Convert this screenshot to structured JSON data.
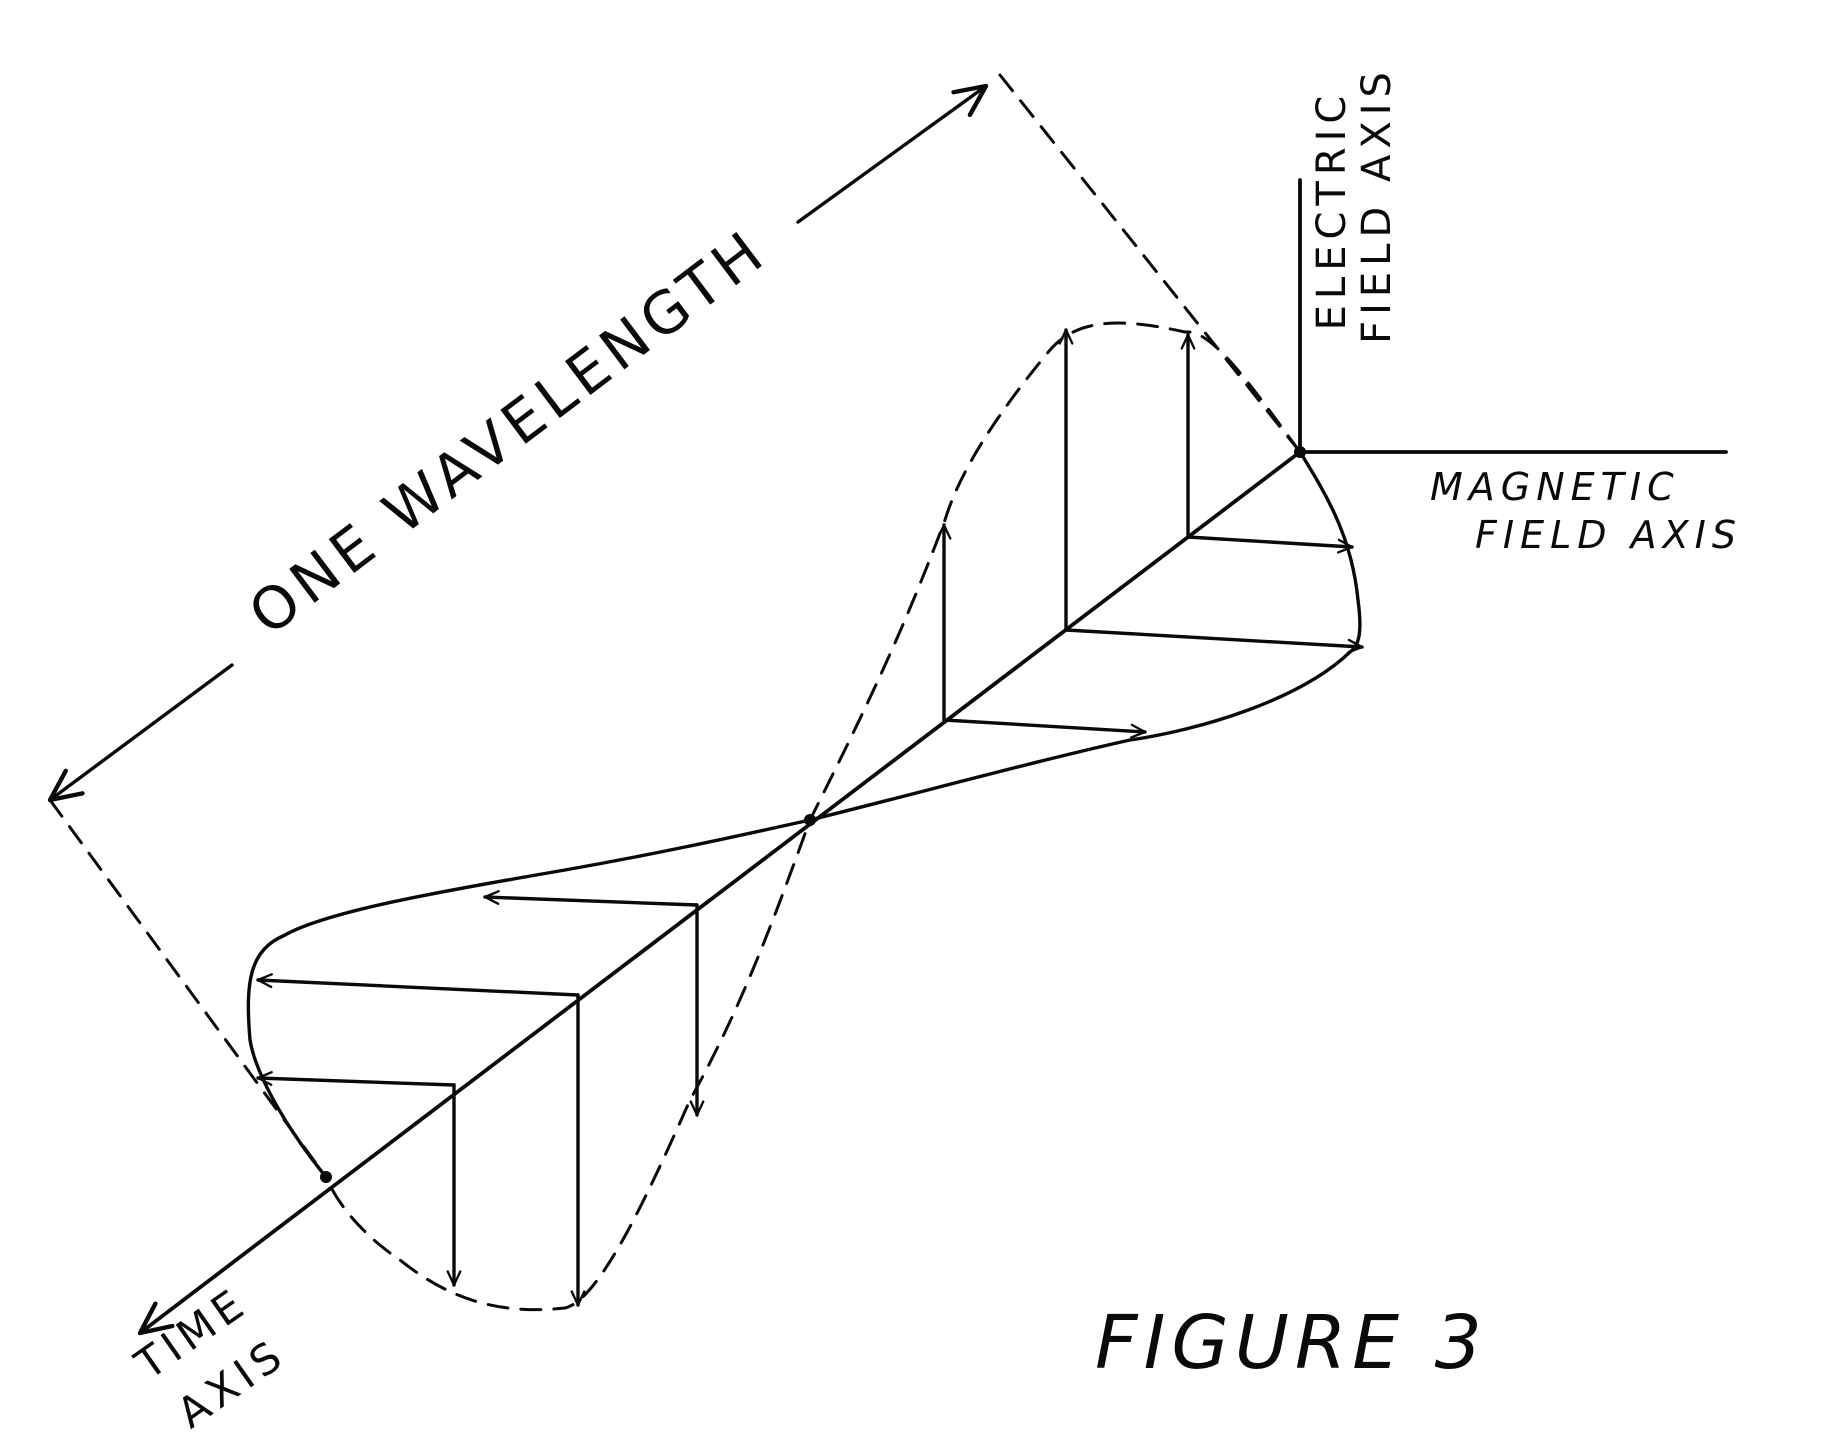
{
  "diagram": {
    "wavelength_label": "ONE WAVELENGTH",
    "electric_axis_label": [
      "ELECTRIC",
      "FIELD AXIS"
    ],
    "magnetic_axis_label": [
      "MAGNETIC",
      "FIELD AXIS"
    ],
    "time_axis_label": [
      "TIME",
      "AXIS"
    ],
    "figure_label": "FIGURE 3"
  }
}
